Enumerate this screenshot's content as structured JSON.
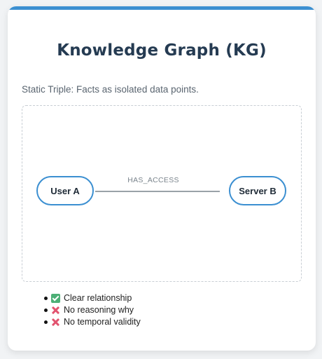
{
  "card": {
    "title": "Knowledge Graph (KG)",
    "subtitle": "Static Triple: Facts as isolated data points."
  },
  "diagram": {
    "nodes": [
      {
        "label": "User A"
      },
      {
        "label": "Server B"
      }
    ],
    "edge": {
      "label": "HAS_ACCESS"
    }
  },
  "features": [
    {
      "icon": "check-icon",
      "text": "Clear relationship"
    },
    {
      "icon": "cross-icon",
      "text": "No reasoning why"
    },
    {
      "icon": "cross-icon",
      "text": "No temporal validity"
    }
  ],
  "colors": {
    "accent": "#3b8fd1",
    "title": "#253b52",
    "check": "#4caf76",
    "cross": "#e2536f"
  }
}
